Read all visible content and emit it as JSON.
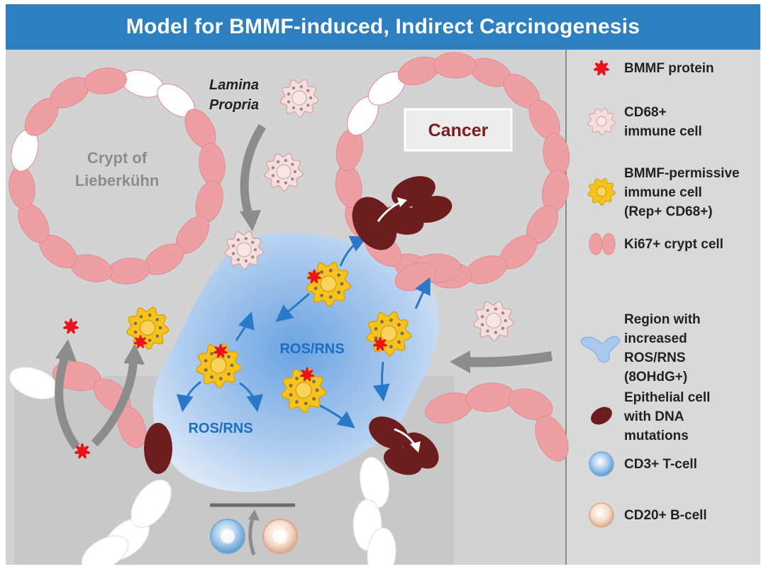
{
  "title": "Model for BMMF-induced, Indirect Carcinogenesis",
  "labels": {
    "crypt_line1": "Crypt of",
    "crypt_line2": "Lieberkühn",
    "lamina_line1": "Lamina",
    "lamina_line2": "Propria",
    "cancer": "Cancer",
    "ros_rns": "ROS/RNS"
  },
  "legend": [
    {
      "icon": "bmmf-protein-icon",
      "lines": [
        "BMMF protein"
      ]
    },
    {
      "icon": "cd68-immune-cell-icon",
      "lines": [
        "CD68+",
        "immune cell"
      ]
    },
    {
      "icon": "bmmf-permissive-cell-icon",
      "lines": [
        "BMMF-permissive",
        "immune cell",
        "(Rep+ CD68+)"
      ]
    },
    {
      "icon": "ki67-crypt-cell-icon",
      "lines": [
        "Ki67+ crypt cell"
      ]
    },
    {
      "icon": "ros-region-icon",
      "lines": [
        "Region with",
        "increased",
        "ROS/RNS",
        "(8OHdG+)"
      ]
    },
    {
      "icon": "mutated-epithelial-cell-icon",
      "lines": [
        "Epithelial cell",
        "with DNA",
        "mutations"
      ]
    },
    {
      "icon": "t-cell-icon",
      "lines": [
        "CD3+ T-cell"
      ]
    },
    {
      "icon": "b-cell-icon",
      "lines": [
        "CD20+ B-cell"
      ]
    }
  ],
  "colors": {
    "title_bar": "#2e7fc0",
    "background": "#d3d3d3",
    "crypt_cell": "#ee9fa3",
    "mutated_cell": "#6e1d1f",
    "permissive_cell": "#f6c21c",
    "bmmf_protein": "#e8141c",
    "ros_text": "#1a6fbf"
  }
}
